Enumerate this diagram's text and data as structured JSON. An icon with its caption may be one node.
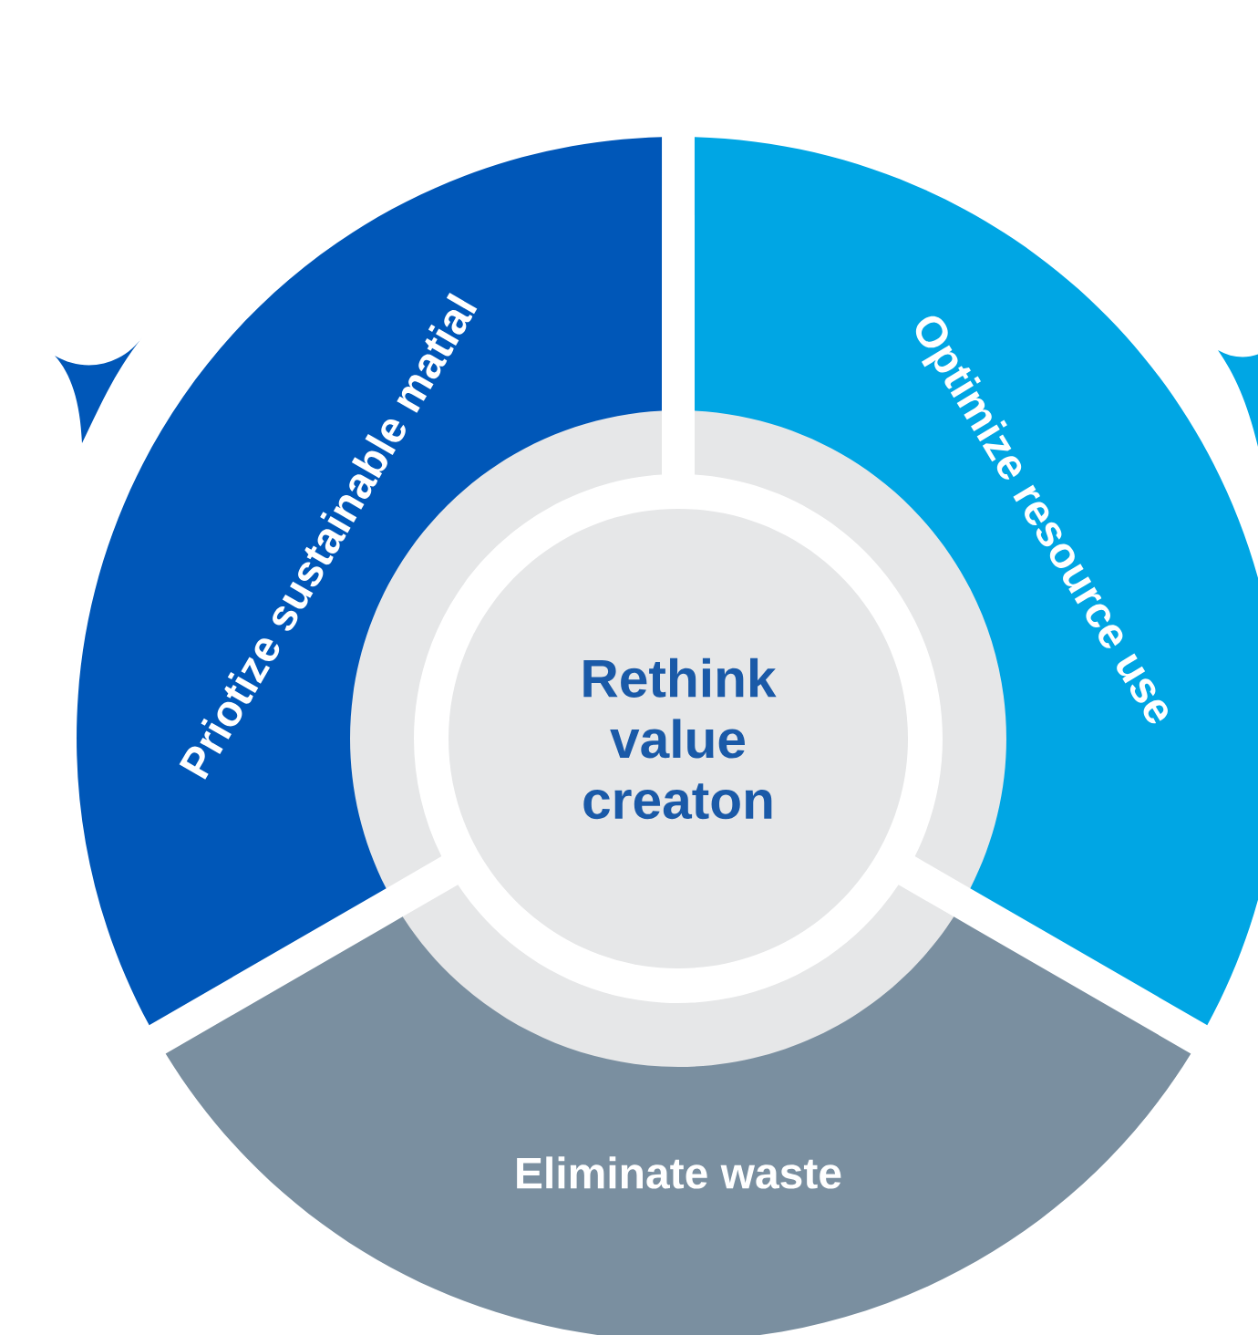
{
  "diagram": {
    "nodes": [
      {
        "text": [
          "Priotize sustainable matial"
        ]
      },
      {
        "text": [
          "Optimize resource use"
        ]
      },
      {
        "text": [
          "Rethink value creaton"
        ]
      },
      {
        "text": [
          "Eliminate waste"
        ]
      }
    ]
  }
}
